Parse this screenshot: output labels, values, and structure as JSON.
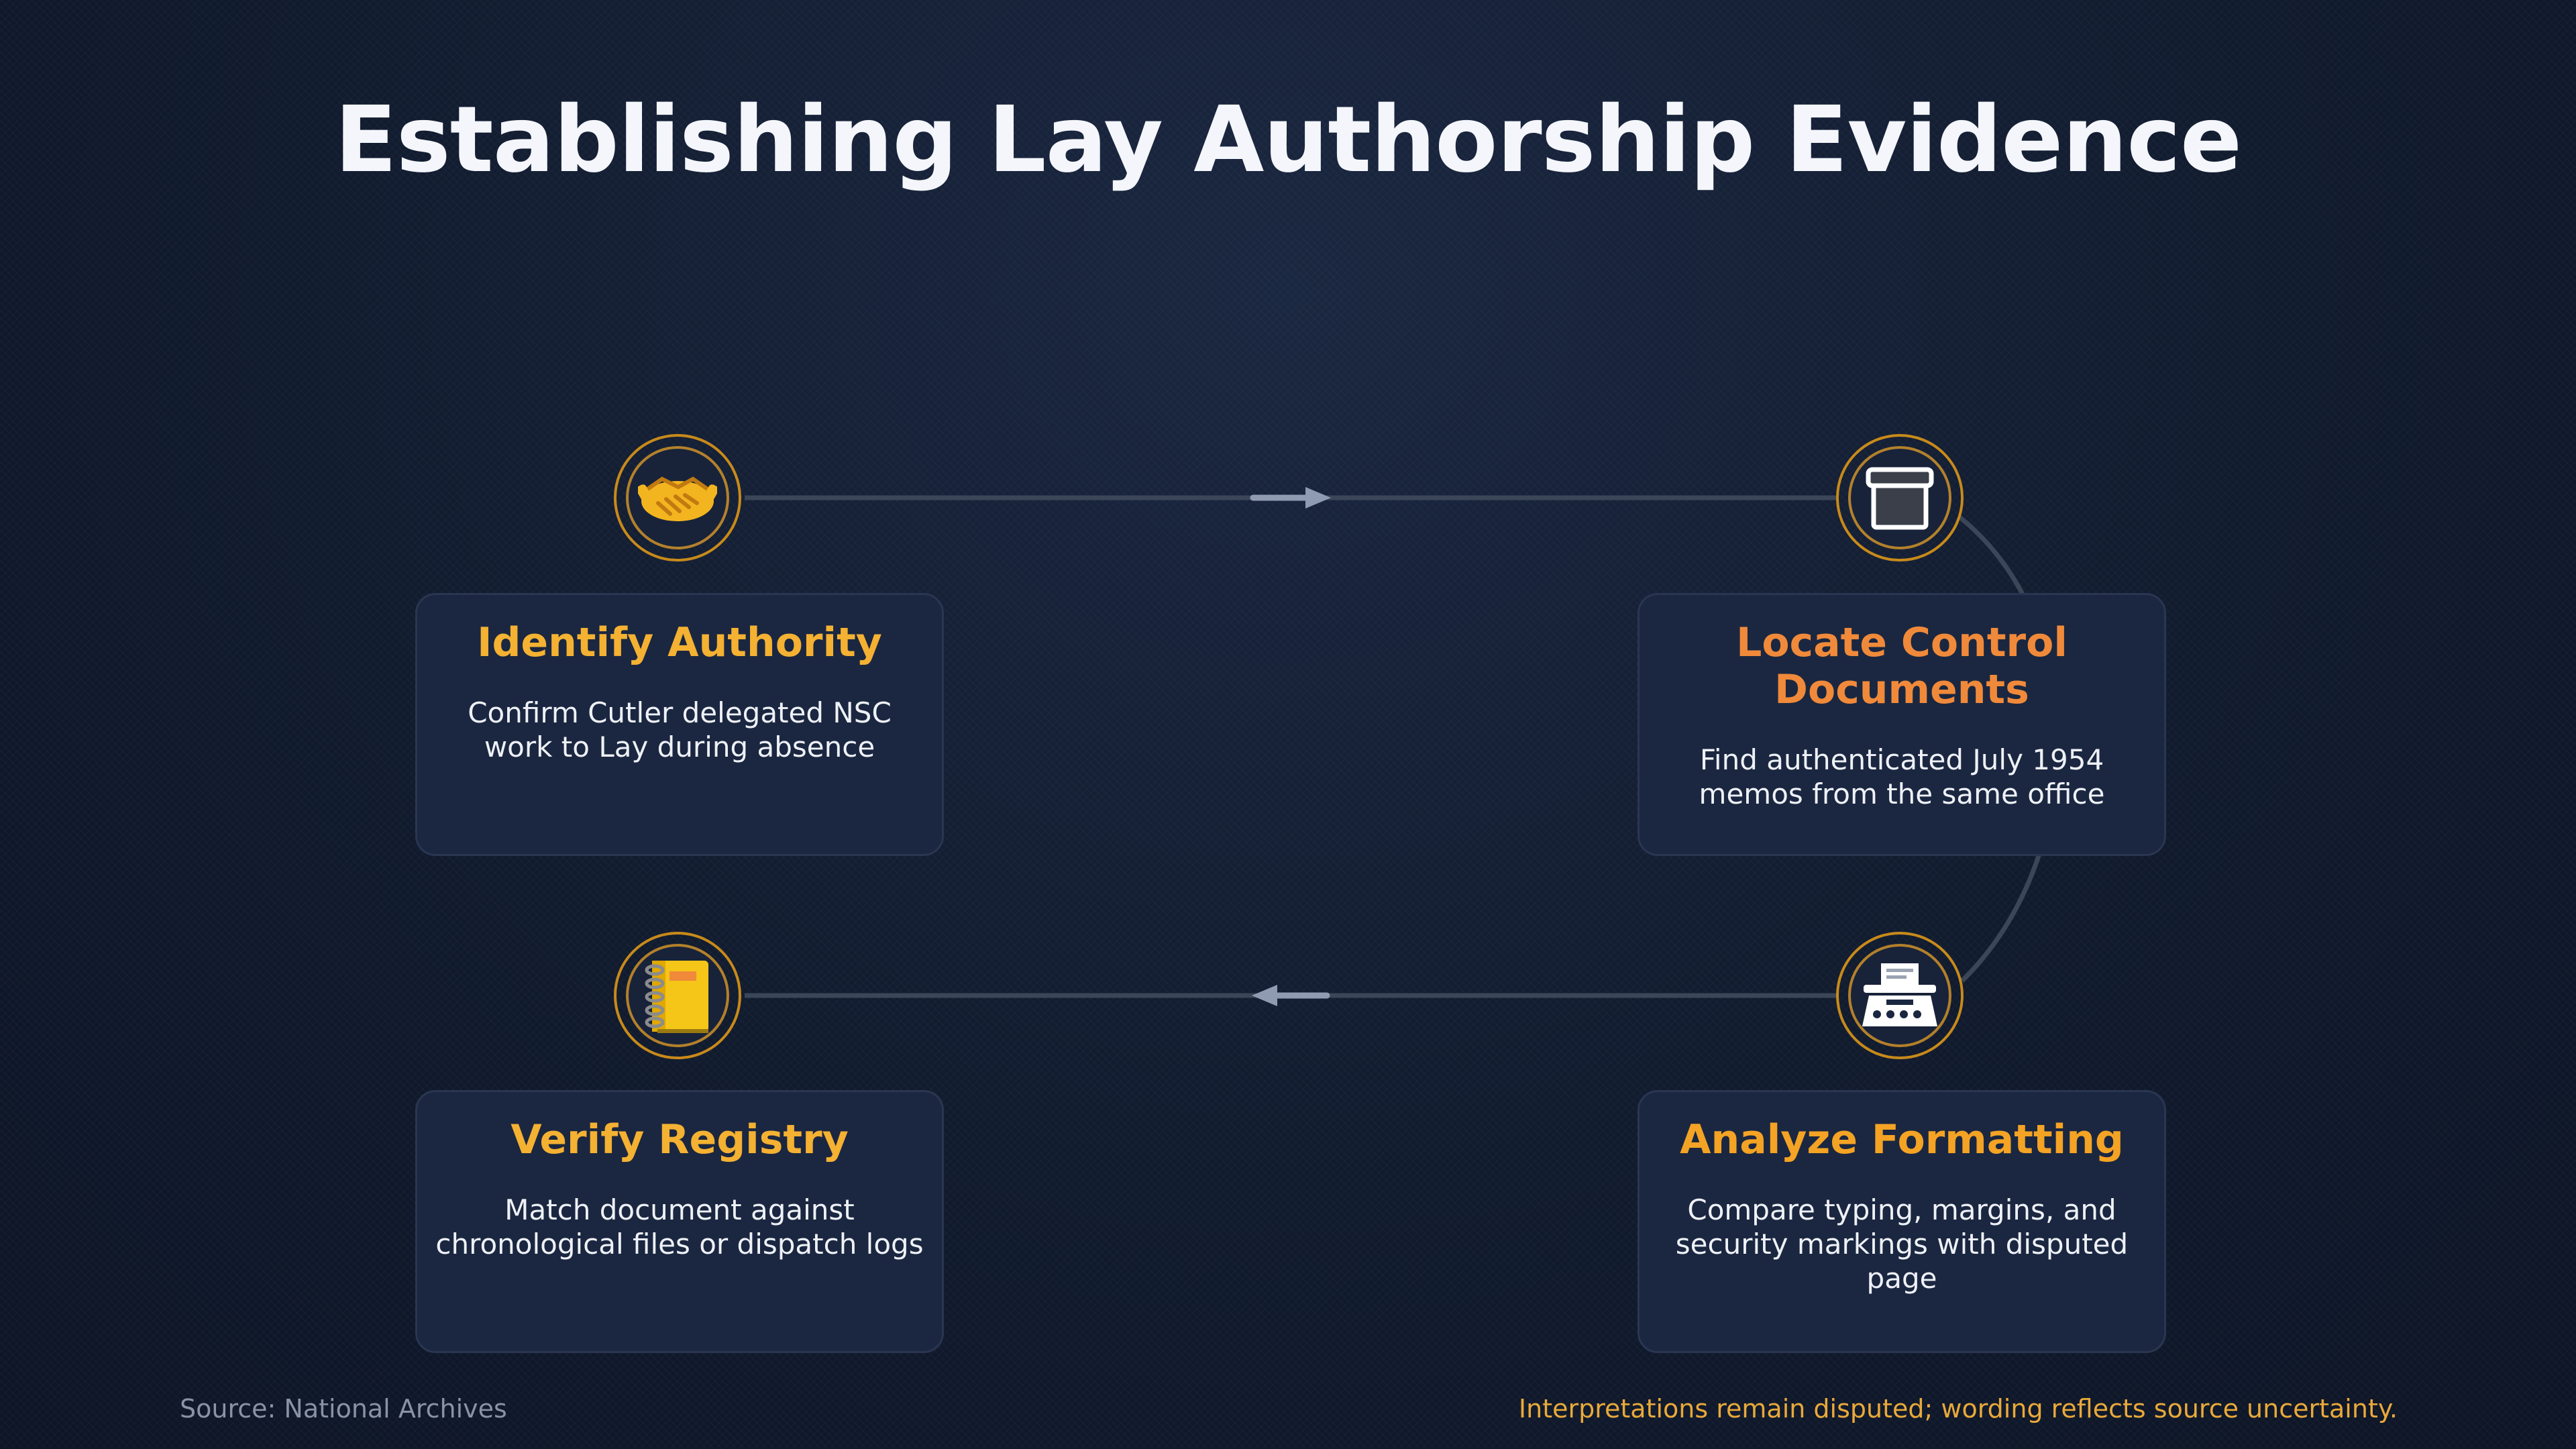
{
  "title": "Establishing Lay Authorship Evidence",
  "steps": [
    {
      "icon": "handshake-icon",
      "title": "Identify Authority",
      "title_color": "#f4b132",
      "description": "Confirm Cutler delegated NSC work to Lay during absence"
    },
    {
      "icon": "archive-box-icon",
      "title": "Locate Control Documents",
      "title_color": "#f08a3a",
      "description": "Find authenticated July 1954 memos from the same office"
    },
    {
      "icon": "typewriter-icon",
      "title": "Analyze Formatting",
      "title_color": "#f4a324",
      "description": "Compare typing, margins, and security markings with disputed page"
    },
    {
      "icon": "notebook-icon",
      "title": "Verify Registry",
      "title_color": "#f4b132",
      "description": "Match document against chronological files or dispatch logs"
    }
  ],
  "footer": {
    "source": "Source: National Archives",
    "note": "Interpretations remain disputed; wording reflects source uncertainty."
  },
  "colors": {
    "accent": "#e8a128",
    "connector": "#3b4659",
    "arrow": "#8f9bb0"
  }
}
